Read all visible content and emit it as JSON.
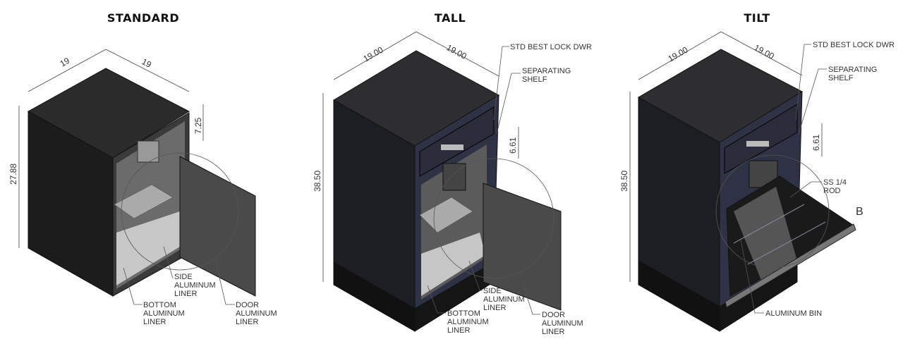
{
  "titles": {
    "standard": "STANDARD",
    "tall": "TALL",
    "tilt": "TILT"
  },
  "standard": {
    "dims": {
      "width": "19",
      "depth": "19",
      "height": "27.88",
      "upper": "7.25"
    },
    "labels": {
      "side": [
        "SIDE",
        "ALUMINUM",
        "LINER"
      ],
      "bottom": [
        "BOTTOM",
        "ALUMINUM",
        "LINER"
      ],
      "door": [
        "DOOR",
        "ALUMINUM",
        "LINER"
      ]
    }
  },
  "tall": {
    "dims": {
      "width": "19.00",
      "depth": "19.00",
      "height": "38.50",
      "drawer": "6.61"
    },
    "labels": {
      "lock": "STD BEST LOCK DWR",
      "shelf": [
        "SEPARATING",
        "SHELF"
      ],
      "side": [
        "SIDE",
        "ALUMINUM",
        "LINER"
      ],
      "bottom": [
        "BOTTOM",
        "ALUMINUM",
        "LINER"
      ],
      "door": [
        "DOOR",
        "ALUMINUM",
        "LINER"
      ]
    }
  },
  "tilt": {
    "dims": {
      "width": "19.00",
      "depth": "19.00",
      "height": "38.50",
      "drawer": "6.61"
    },
    "labels": {
      "lock": "STD BEST LOCK DWR",
      "shelf": [
        "SEPARATING",
        "SHELF"
      ],
      "rod": [
        "SS 1/4",
        "ROD"
      ],
      "detail": "B",
      "bin": "ALUMINUM BIN"
    }
  }
}
